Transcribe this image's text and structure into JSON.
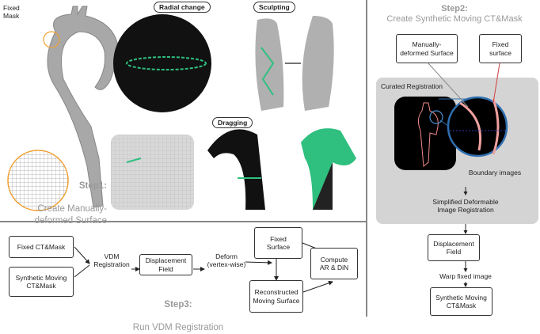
{
  "step1": {
    "title": "Step1:",
    "subtitle": "Create Manually-\ndeformed Surface",
    "fixed_mask_label": "Fixed\nMask",
    "radial_change_label": "Radial change",
    "sculpting_label": "Sculpting",
    "dragging_label": "Dragging"
  },
  "step2": {
    "title": "Step2:",
    "subtitle": "Create Synthetic Moving CT&Mask",
    "manually_deformed_box": "Manually-\ndeformed Surface",
    "fixed_surface_box": "Fixed\nsurface",
    "curated_registration_label": "Curated Registration",
    "boundary_images_label": "Boundary images",
    "simplified_label": "Simplified Deformable\nImage Registration",
    "displacement_field_box": "Displacement Field",
    "warp_label": "Warp fixed image",
    "synthetic_box": "Synthetic Moving\nCT&Mask"
  },
  "step3": {
    "title": "Step3:",
    "subtitle": "Run VDM Registration",
    "fixed_ct_box": "Fixed CT&Mask",
    "synthetic_box": "Synthetic Moving\nCT&Mask",
    "vdm_label": "VDM\nRegistration",
    "displacement_box": "Displacement\nField",
    "deform_label": "Deform\n(vertex-wise)",
    "fixed_surface_box": "Fixed\nSurface",
    "reconstructed_box": "Reconstructed\nMoving Surface",
    "compute_box": "Compute\nAR & DiN"
  },
  "colors": {
    "divider": "#888",
    "panel": "#d4d4d4",
    "accent_green": "#2fbf7f",
    "orange": "#f0a030",
    "blue": "#2f6fb0",
    "red": "#d04040"
  }
}
